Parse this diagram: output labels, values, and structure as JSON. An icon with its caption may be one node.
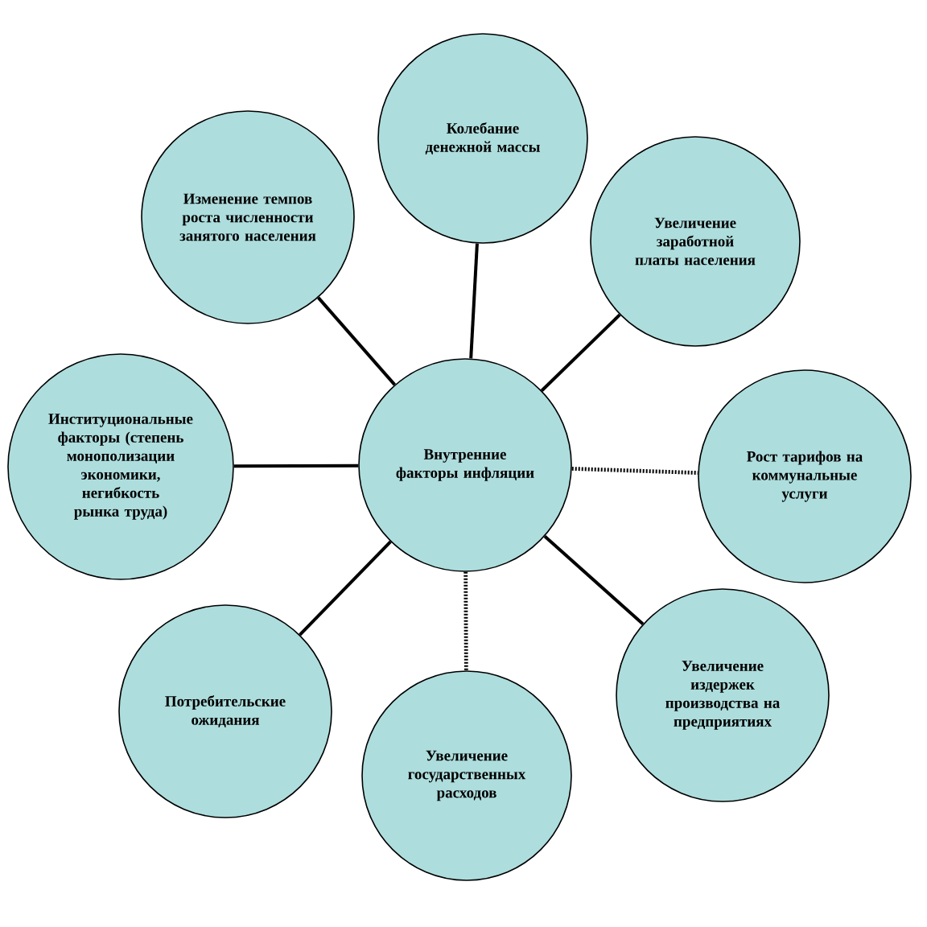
{
  "diagram": {
    "nodes": [
      {
        "text": [
          "Внутренние факторы инфляции"
        ]
      },
      {
        "text": [
          "Колебание денежной массы"
        ]
      },
      {
        "text": [
          "Увеличение заработной платы населения"
        ]
      },
      {
        "text": [
          "Рост тарифов на коммунальные услуги"
        ]
      },
      {
        "text": [
          "Увеличение издержек производства на предприятиях"
        ]
      },
      {
        "text": [
          "Увеличение государственных расходов"
        ]
      },
      {
        "text": [
          "Потребительские ожидания"
        ]
      },
      {
        "text": [
          "Институциональные факторы (степень монополизации экономики, негибкость рынка труда)"
        ]
      },
      {
        "text": [
          "Изменение темпов роста численности занятого населения"
        ]
      }
    ],
    "edges": [
      {
        "from": 0,
        "to": 1,
        "arrow": "none"
      },
      {
        "from": 0,
        "to": 2,
        "arrow": "none"
      },
      {
        "from": 0,
        "to": 3,
        "arrow": "none",
        "style": "dashed"
      },
      {
        "from": 0,
        "to": 4,
        "arrow": "none"
      },
      {
        "from": 0,
        "to": 5,
        "arrow": "none",
        "style": "dashed"
      },
      {
        "from": 0,
        "to": 6,
        "arrow": "none"
      },
      {
        "from": 0,
        "to": 7,
        "arrow": "none"
      },
      {
        "from": 0,
        "to": 8,
        "arrow": "none"
      }
    ]
  }
}
